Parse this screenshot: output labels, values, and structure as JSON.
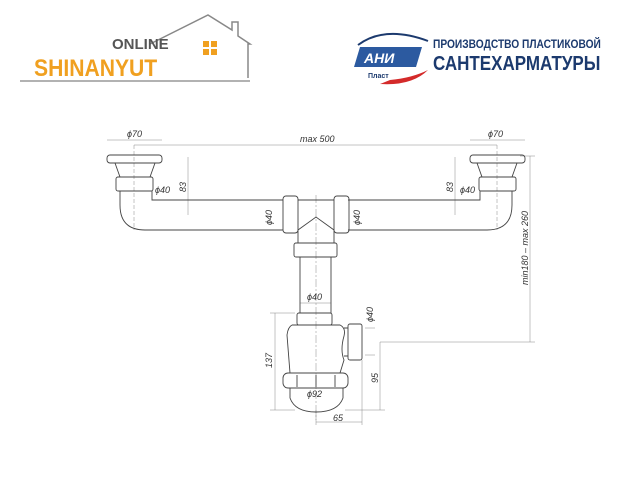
{
  "logos": {
    "shinanyut": {
      "online": "ONLINE",
      "name": "SHINANYUT",
      "accent": "#f0a020"
    },
    "aniplast": {
      "mark": "АНИ",
      "sub": "Пласт",
      "line1": "ПРОИЗВОДСТВО ПЛАСТИКОВОЙ",
      "line2": "САНТЕХАРМАТУРЫ",
      "accent": "#1c3a6e",
      "red": "#d42a2a"
    }
  },
  "drawing": {
    "dims": {
      "flange_left": "ϕ70",
      "flange_right": "ϕ70",
      "span": "max 500",
      "drop_left": "83",
      "drop_right": "83",
      "outlet_left": "ϕ40",
      "outlet_right": "ϕ40",
      "tee_left": "ϕ40",
      "tee_right": "ϕ40",
      "height_range": "min180 – max 260",
      "vertical_pipe": "ϕ40",
      "side_outlet": "ϕ40",
      "trap_height": "137",
      "outlet_height": "95",
      "trap_diameter": "ϕ92",
      "outlet_offset": "65"
    }
  }
}
